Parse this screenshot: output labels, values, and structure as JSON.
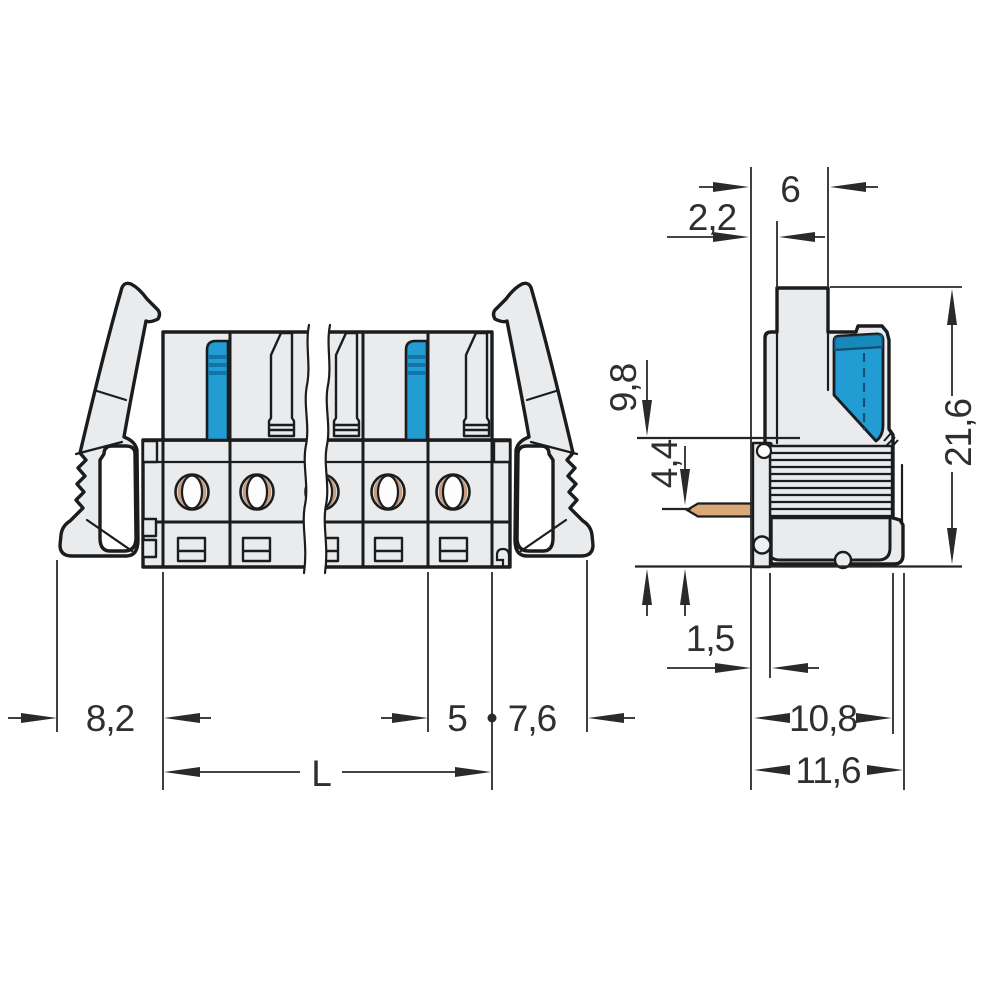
{
  "drawing": {
    "type": "technical-dimension-drawing",
    "views": {
      "front": {
        "dims": {
          "left_offset": "8,2",
          "pitch": "5",
          "right_offset": "7,6",
          "length": "L"
        }
      },
      "side": {
        "dims": {
          "face_offset": "2,2",
          "top_width": "6",
          "collar_height": "9,8",
          "pin_offset": "4,4",
          "total_height": "21,6",
          "flange_thickness": "1,5",
          "depth_inner": "10,8",
          "depth_total": "11,6"
        }
      }
    },
    "colors": {
      "body_fill": "#e9ebed",
      "outline": "#1b1c1e",
      "lever_blue": "#219dd3",
      "lever_blue_dark": "#1375a6",
      "pin_tan": "#d9a878",
      "hole_tan": "#c49c82",
      "dim_line": "#2a2a2a",
      "dim_text": "#2d2f30"
    }
  }
}
